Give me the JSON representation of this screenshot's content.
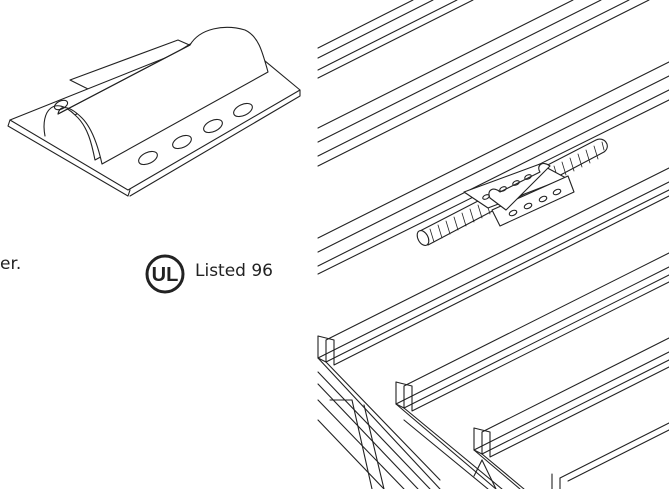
{
  "text_fragment": "er.",
  "ul_mark": {
    "letters": "UL",
    "listed_text": "Listed 96"
  },
  "colors": {
    "ink": "#222222",
    "background": "#ffffff"
  },
  "icons": {
    "certification": "ul-listed-mark-icon",
    "clip": "grounding-clip-icon",
    "cable": "stranded-cable-icon"
  }
}
